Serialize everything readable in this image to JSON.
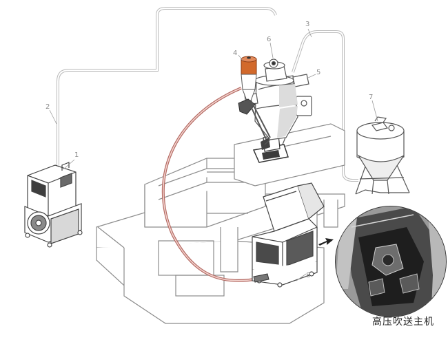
{
  "callouts": [
    {
      "id": "1",
      "label": "1"
    },
    {
      "id": "2",
      "label": "2"
    },
    {
      "id": "3",
      "label": "3"
    },
    {
      "id": "4",
      "label": "4"
    },
    {
      "id": "5",
      "label": "5"
    },
    {
      "id": "6",
      "label": "6"
    },
    {
      "id": "7",
      "label": "7"
    },
    {
      "id": "8",
      "label": "8"
    }
  ],
  "caption": "高压吹送主机",
  "colors": {
    "outline": "#5a5a5a",
    "pipe_red": "#c9867e",
    "receiver_orange": "#d2692b",
    "detail_dark": "#3a3a3a"
  }
}
